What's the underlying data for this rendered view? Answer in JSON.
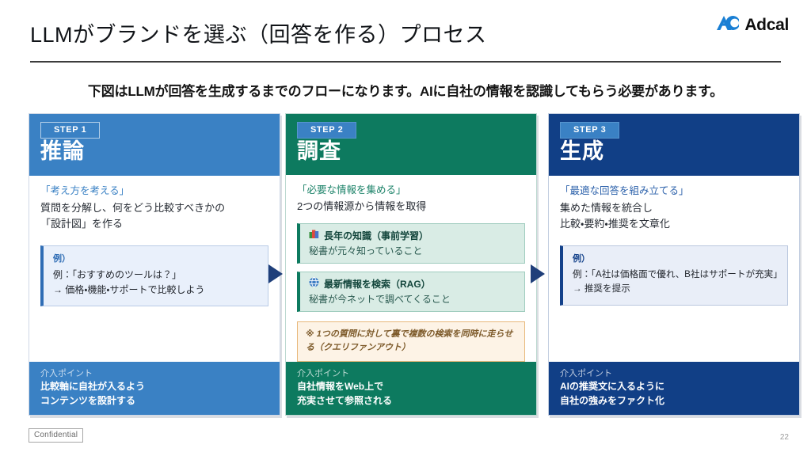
{
  "slide": {
    "title": "LLMがブランドを選ぶ（回答を作る）プロセス",
    "lede": "下図はLLMが回答を生成するまでのフローになります。AIに自社の情報を認識してもらう必要があります。",
    "confidential": "Confidential",
    "page_number": "22"
  },
  "brand": {
    "name": "Adcal",
    "mark_icon": "adcal-delta-c-logo-icon",
    "mark_color": "#1a7fd4"
  },
  "colors": {
    "step1": "#3a81c4",
    "step2": "#0d7a5f",
    "step3": "#113f86",
    "arrow": "#1f3f7a",
    "note_border": "#e8b87a",
    "note_bg": "#fdf3e6"
  },
  "arrows": [
    {
      "name": "flow-arrow-step1-to-step2",
      "icon": "triangle-right-icon"
    },
    {
      "name": "flow-arrow-step2-to-step3",
      "icon": "triangle-right-icon"
    }
  ],
  "columns": [
    {
      "badge": "STEP 1",
      "title": "推論",
      "quote": "「考え方を考える」",
      "lead_lines": [
        "質問を分解し、何をどう比較すべきかの",
        "「設計図」を作る"
      ],
      "example": {
        "label": "例）",
        "lines": [
          "例：「おすすめのツールは？」",
          "→ 価格・機能・サポートで比較しよう"
        ]
      },
      "footer": {
        "label": "介入ポイント",
        "lines": [
          "比較軸に自社が入るよう",
          "コンテンツを設計する"
        ]
      }
    },
    {
      "badge": "STEP 2",
      "title": "調査",
      "quote": "「必要な情報を集める」",
      "lead_lines": [
        "2つの情報源から情報を取得"
      ],
      "sources": [
        {
          "icon": "books-stack-icon",
          "title": "長年の知識（事前学習）",
          "subtitle": "秘書が元々知っていること"
        },
        {
          "icon": "globe-icon",
          "title": "最新情報を検索（RAG）",
          "subtitle": "秘書が今ネットで調べてくること"
        }
      ],
      "note": "※ 1つの質問に対して裏で複数の検索を同時に走らせる（クエリファンアウト）",
      "footer": {
        "label": "介入ポイント",
        "lines": [
          "自社情報をWeb上で",
          "充実させて参照される"
        ]
      }
    },
    {
      "badge": "STEP 3",
      "title": "生成",
      "quote": "「最適な回答を組み立てる」",
      "lead_lines": [
        "集めた情報を統合し",
        "比較・要約・推奨を文章化"
      ],
      "example": {
        "label": "例）",
        "lines": [
          "例：「A社は価格面で優れ、B社はサポートが充実」",
          "→ 推奨を提示"
        ]
      },
      "footer": {
        "label": "介入ポイント",
        "lines": [
          "AIの推奨文に入るように",
          "自社の強みをファクト化"
        ]
      }
    }
  ]
}
